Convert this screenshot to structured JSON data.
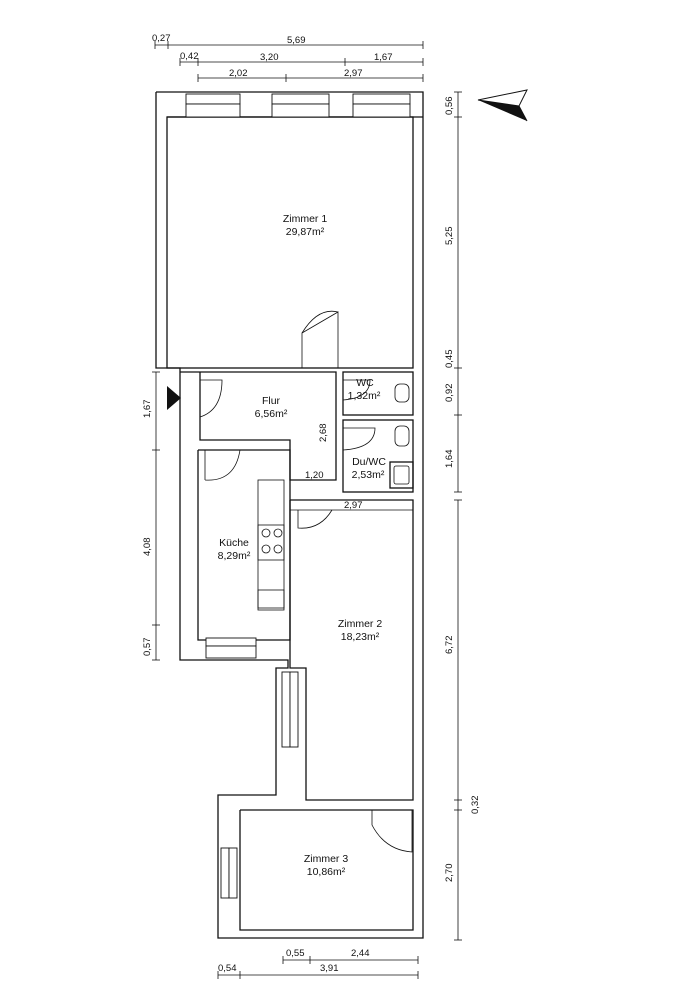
{
  "rooms": [
    {
      "name": "Zimmer 1",
      "area": "29,87m²"
    },
    {
      "name": "Flur",
      "area": "6,56m²"
    },
    {
      "name": "WC",
      "area": "1,32m²"
    },
    {
      "name": "Du/WC",
      "area": "2,53m²"
    },
    {
      "name": "Küche",
      "area": "8,29m²"
    },
    {
      "name": "Zimmer 2",
      "area": "18,23m²"
    },
    {
      "name": "Zimmer 3",
      "area": "10,86m²"
    }
  ],
  "dimensions": {
    "top": [
      "0,27",
      "5,69",
      "0,42",
      "3,20",
      "1,67",
      "2,02",
      "2,97"
    ],
    "right": [
      "0,56",
      "5,25",
      "0,45",
      "0,92",
      "1,64",
      "6,72",
      "0,32",
      "2,70"
    ],
    "left": [
      "1,67",
      "4,08",
      "0,57"
    ],
    "bottom": [
      "0,55",
      "2,44",
      "0,54",
      "3,91"
    ],
    "interior": [
      "2,68",
      "1,20",
      "2,97"
    ]
  },
  "icons": {
    "north": "north-arrow-icon",
    "entrance": "entrance-arrow-icon"
  }
}
